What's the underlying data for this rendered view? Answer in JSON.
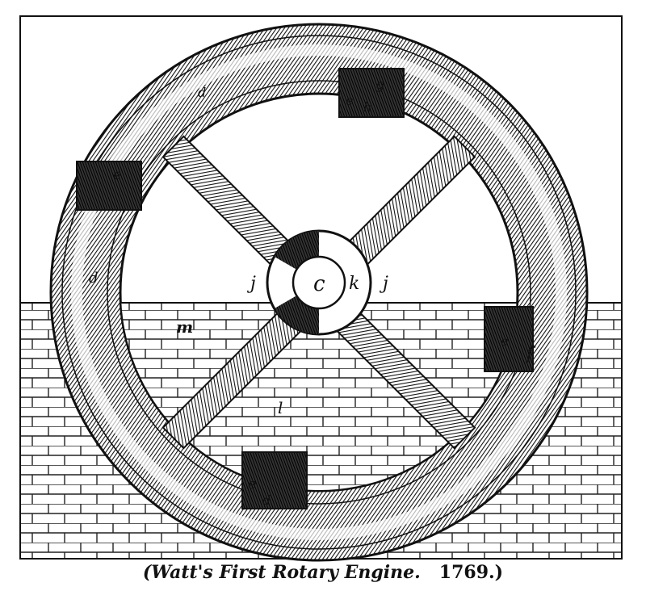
{
  "caption": {
    "title": "(Watt's First Rotary Engine.",
    "year": "1769.)"
  },
  "labels": {
    "c": "c",
    "k": "k",
    "j_left": "j",
    "j_right": "j",
    "d_top": "d",
    "d_left": "d",
    "d_bottom": "d",
    "g": "g",
    "h": "h",
    "e_top": "e",
    "e_left": "e",
    "e_right": "e",
    "e_bottom": "e",
    "m": "m",
    "l": "l",
    "f": "f"
  },
  "colors": {
    "ink": "#111111",
    "paper": "#ffffff"
  }
}
